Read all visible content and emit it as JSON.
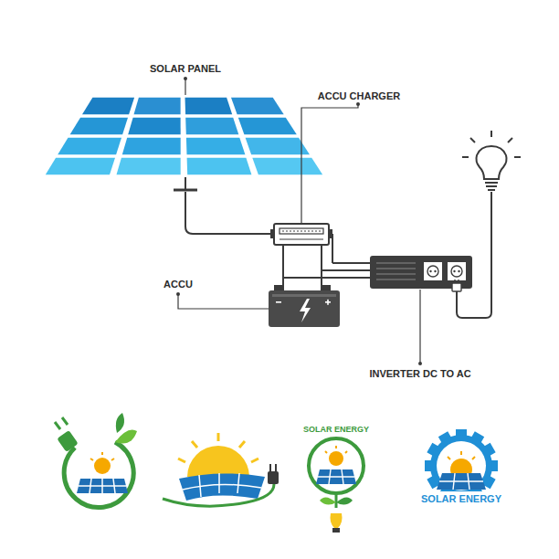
{
  "diagram": {
    "labels": [
      "SOLAR PANEL",
      "ACCU CHARGER",
      "ACCU",
      "INVERTER DC TO AC",
      "SOLAR ENERGY",
      "SOLAR ENERGY"
    ]
  }
}
